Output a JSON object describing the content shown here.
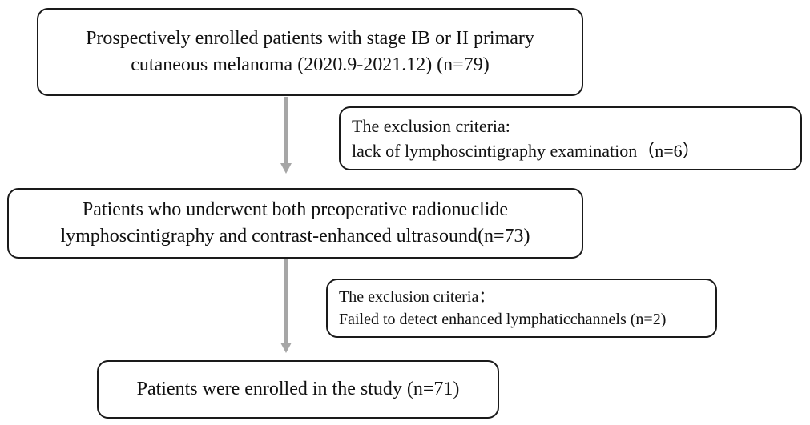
{
  "boxes": {
    "enrolled": {
      "line1": "Prospectively enrolled patients with stage IB or II primary",
      "line2": "cutaneous melanoma (2020.9-2021.12) (n=79)"
    },
    "exclusion1": {
      "line1": "The exclusion criteria:",
      "line2": "lack of lymphoscintigraphy examination（n=6）"
    },
    "both": {
      "line1": "Patients who underwent both preoperative radionuclide",
      "line2": "lymphoscintigraphy and contrast-enhanced ultrasound(n=73)"
    },
    "exclusion2": {
      "line1": "The exclusion criteria：",
      "line2": "Failed to detect enhanced lymphaticchannels (n=2)"
    },
    "final": {
      "line1": "Patients were enrolled in the study (n=71)"
    }
  },
  "colors": {
    "arrow": "#a6a6a6",
    "border": "#1a1a1a"
  }
}
